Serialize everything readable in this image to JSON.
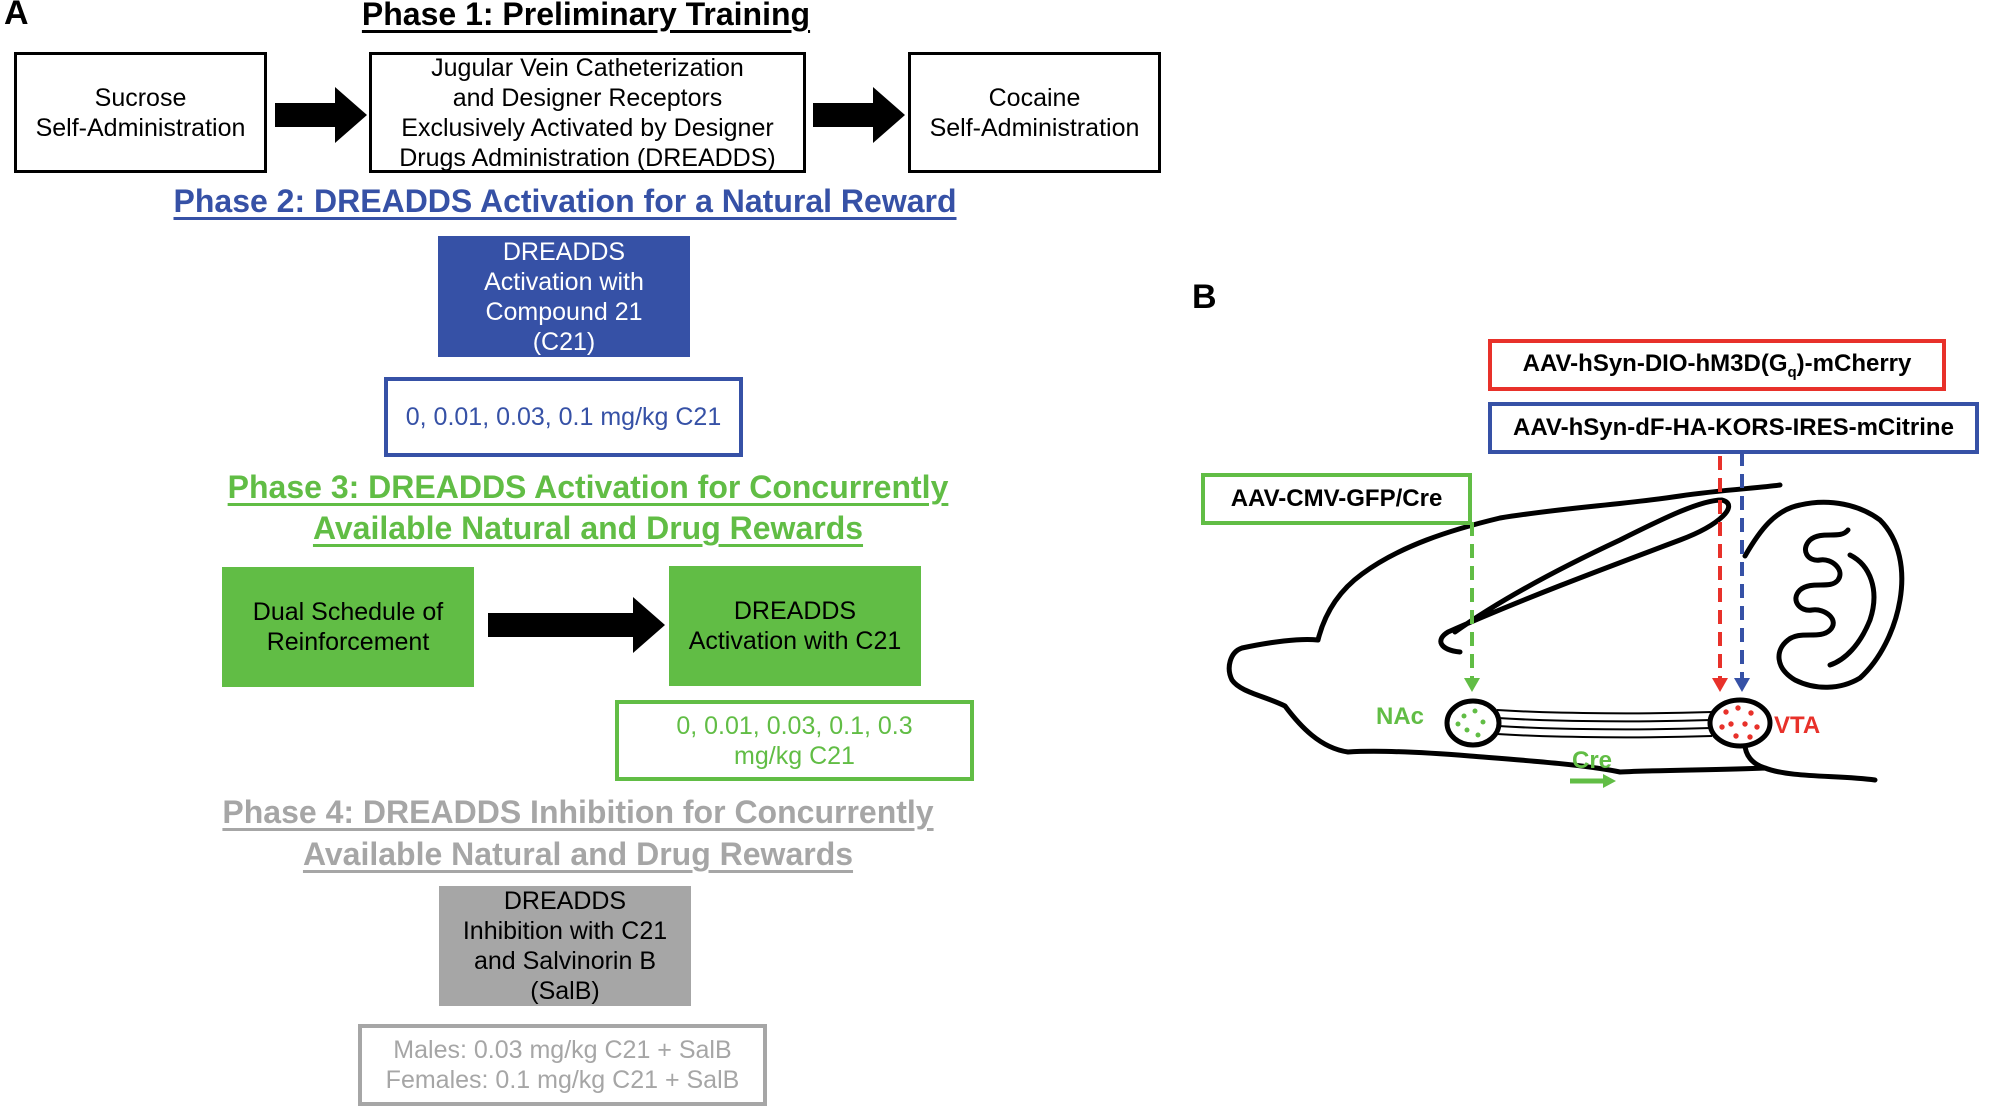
{
  "panel_a": {
    "letter": "A",
    "phase1": {
      "title": "Phase 1: Preliminary Training",
      "box1": "Sucrose\nSelf-Administration",
      "box2": "Jugular Vein Catheterization\nand Designer Receptors\nExclusively Activated by Designer\nDrugs Administration (DREADDS)",
      "box3": "Cocaine\nSelf-Administration"
    },
    "phase2": {
      "title": "Phase 2: DREADDS Activation for a Natural Reward",
      "box": "DREADDS\nActivation with\nCompound 21\n(C21)",
      "doses": "0, 0.01, 0.03, 0.1 mg/kg C21"
    },
    "phase3": {
      "title_line1": "Phase 3: DREADDS Activation for Concurrently",
      "title_line2": "Available Natural and Drug Rewards",
      "box1": "Dual Schedule of\nReinforcement",
      "box2": "DREADDS\nActivation with C21",
      "doses": "0, 0.01, 0.03, 0.1, 0.3\nmg/kg C21"
    },
    "phase4": {
      "title_line1": "Phase 4: DREADDS Inhibition for Concurrently",
      "title_line2": "Available Natural and Drug Rewards",
      "box": "DREADDS\nInhibition with C21\nand Salvinorin B\n(SalB)",
      "doses": "Males: 0.03 mg/kg C21 + SalB\nFemales: 0.1 mg/kg C21 + SalB"
    }
  },
  "panel_b": {
    "letter": "B",
    "label_red_prefix": "AAV-hSyn-DIO-hM3D(G",
    "label_red_sub": "q",
    "label_red_suffix": ")-mCherry",
    "label_blue": "AAV-hSyn-dF-HA-KORS-IRES-mCitrine",
    "label_green": "AAV-CMV-GFP/Cre",
    "nac_label": "NAc",
    "vta_label": "VTA",
    "cre_label": "Cre"
  },
  "colors": {
    "blue": "#3651a6",
    "green": "#61bd45",
    "gray": "#a6a6a6",
    "red": "#e8312a"
  }
}
